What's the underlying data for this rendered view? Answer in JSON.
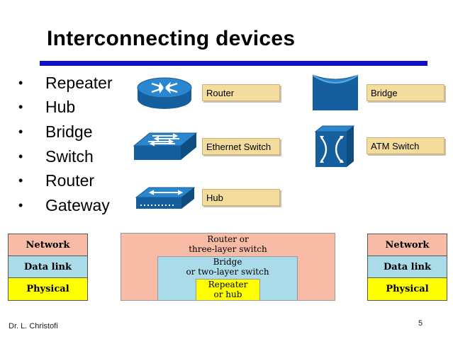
{
  "slide": {
    "title": "Interconnecting devices",
    "bullets": [
      "Repeater",
      "Hub",
      "Bridge",
      "Switch",
      "Router",
      "Gateway"
    ],
    "footer": "Dr. L. Christofi",
    "page_number": "5"
  },
  "devices": {
    "router": "Router",
    "ethernet_switch": "Ethernet Switch",
    "hub": "Hub",
    "bridge": "Bridge",
    "atm_switch": "ATM Switch"
  },
  "layers_left": [
    "Network",
    "Data link",
    "Physical"
  ],
  "layers_right": [
    "Network",
    "Data link",
    "Physical"
  ],
  "layer_devices": {
    "router_line1": "Router or",
    "router_line2": "three-layer switch",
    "bridge_line1": "Bridge",
    "bridge_line2": "or two-layer switch",
    "repeater_line1": "Repeater",
    "repeater_line2": "or hub"
  },
  "colors": {
    "title_rule": "#1010c8",
    "device_label_bg": "#f4dc9c",
    "network_layer": "#f7bba6",
    "datalink_layer": "#a9dbe8",
    "physical_layer": "#ffff00",
    "device_icon": "#1f78c1"
  }
}
